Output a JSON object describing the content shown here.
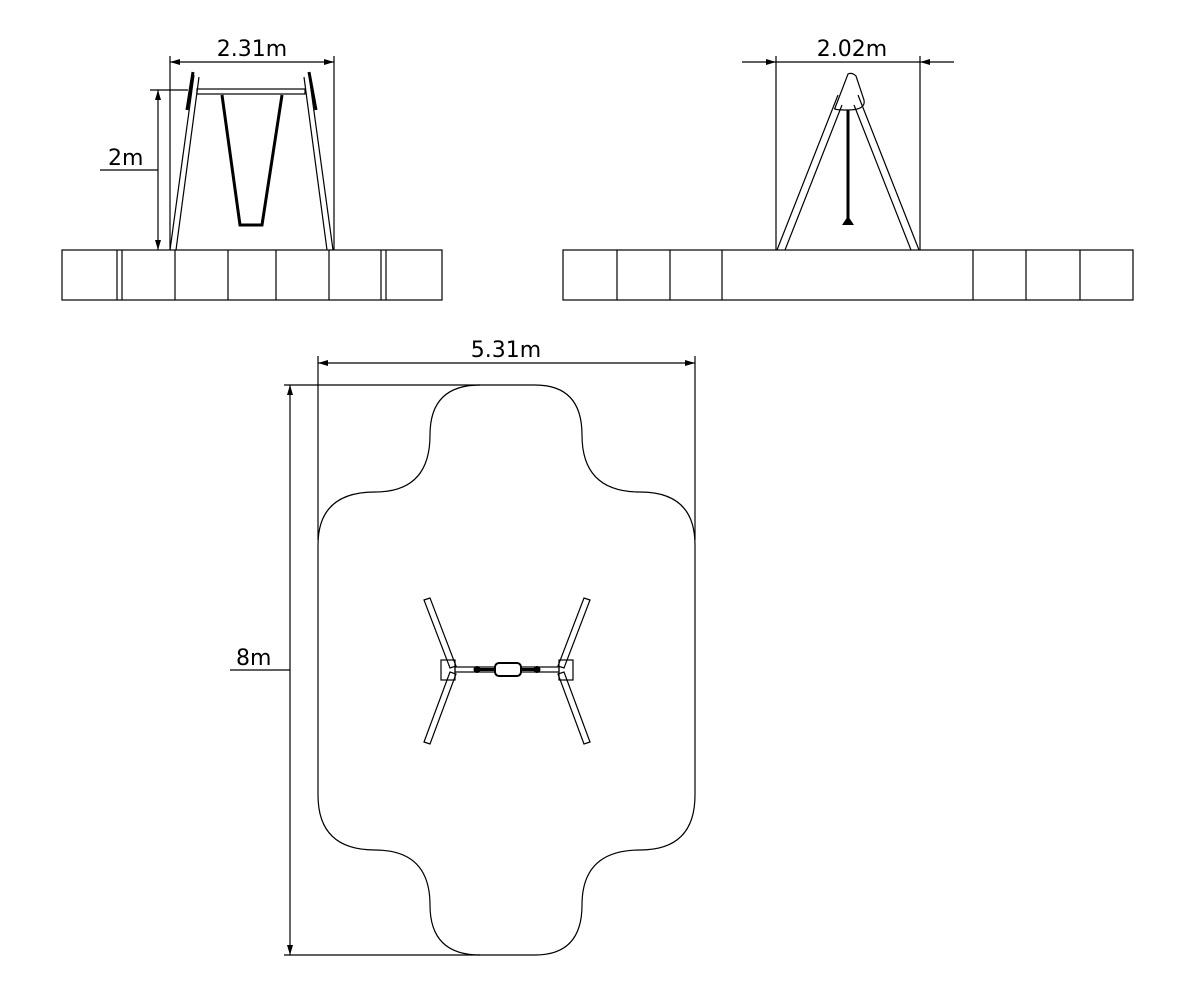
{
  "title": "Swing installation drawing",
  "dimensions": {
    "front_width": "2.31m",
    "front_height": "2m",
    "side_width": "2.02m",
    "plan_width": "5.31m",
    "plan_length": "8m"
  },
  "colors": {
    "line": "#000000",
    "background": "#ffffff"
  }
}
